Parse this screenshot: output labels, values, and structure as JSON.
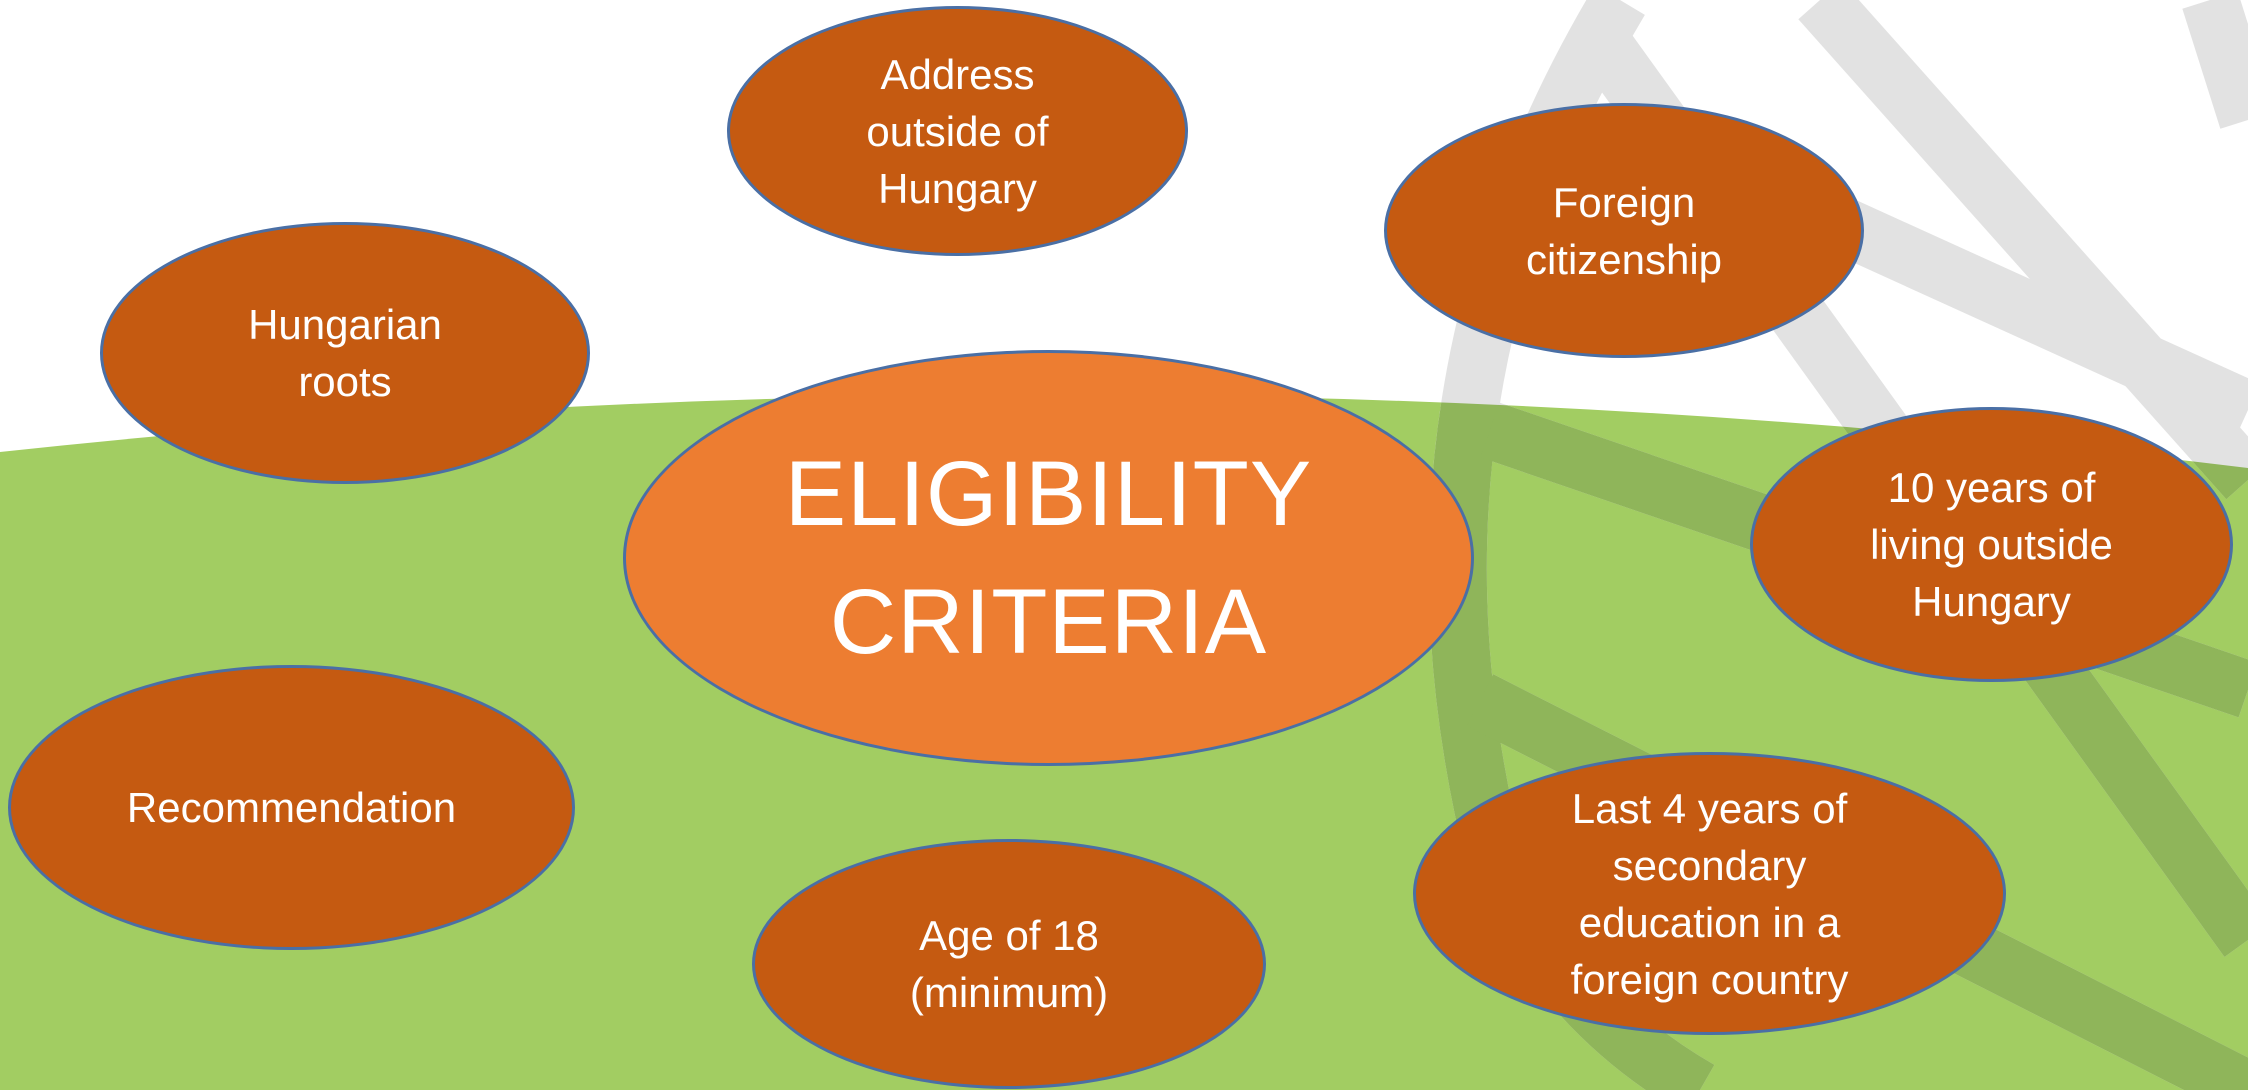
{
  "colors": {
    "background": "#ffffff",
    "green_field": "#a2cd62",
    "watermark_grey": "#e2e2e2",
    "watermark_on_green": "#8fb55a",
    "center_fill": "#ed7d31",
    "node_fill": "#c55a11",
    "node_outline": "#4a6fa5",
    "text": "#ffffff"
  },
  "diagram": {
    "center": {
      "label": "ELIGIBILITY\nCRITERIA"
    },
    "nodes": [
      {
        "id": "address",
        "label": "Address\noutside of\nHungary"
      },
      {
        "id": "foreign",
        "label": "Foreign\ncitizenship"
      },
      {
        "id": "roots",
        "label": "Hungarian\nroots"
      },
      {
        "id": "tenyrs",
        "label": "10 years of\nliving outside\nHungary"
      },
      {
        "id": "recomm",
        "label": "Recommendation"
      },
      {
        "id": "age",
        "label": "Age of 18\n(minimum)"
      },
      {
        "id": "school",
        "label": "Last 4 years of\nsecondary\neducation in a\nforeign country"
      }
    ]
  }
}
